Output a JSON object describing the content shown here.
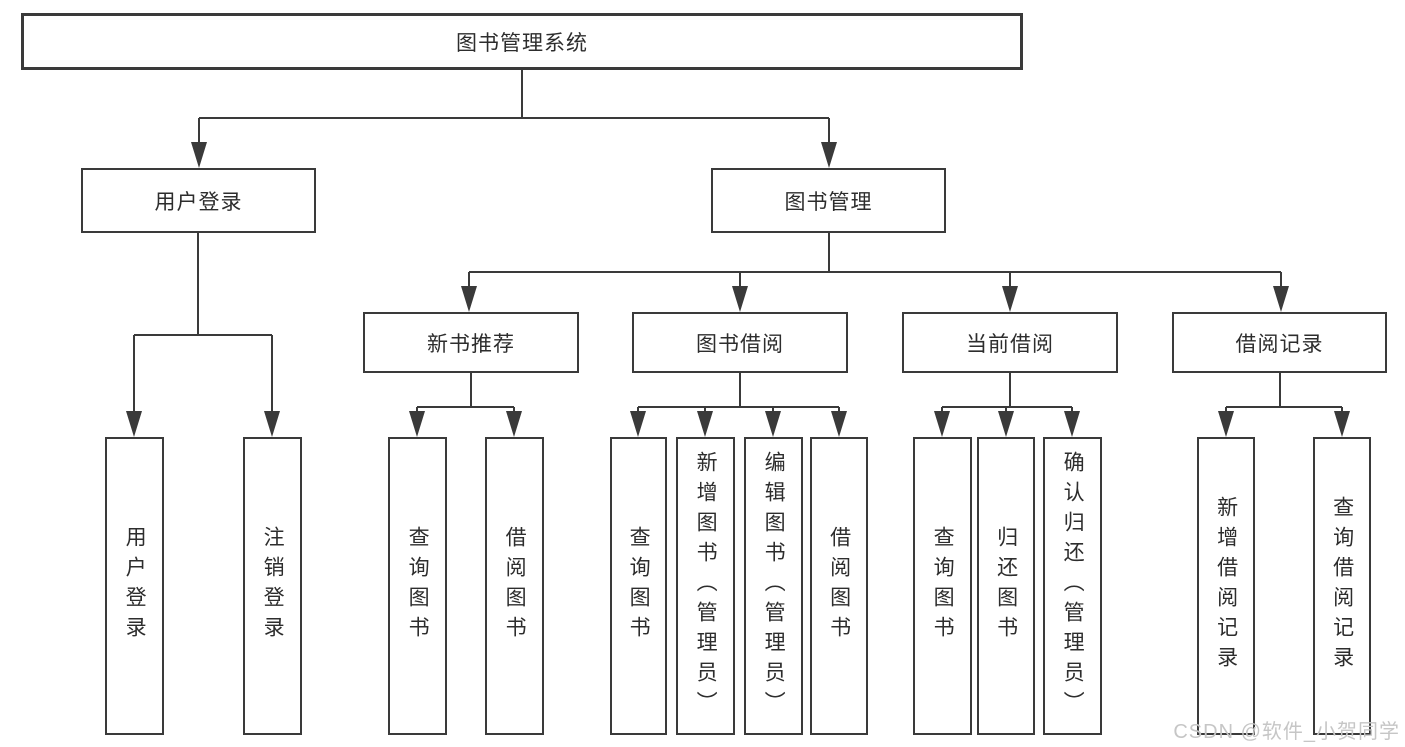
{
  "diagram": {
    "root_label": "图书管理系统",
    "level2": [
      {
        "label": "用户登录"
      },
      {
        "label": "图书管理"
      }
    ],
    "level3": [
      {
        "label": "新书推荐",
        "parent": "图书管理"
      },
      {
        "label": "图书借阅",
        "parent": "图书管理"
      },
      {
        "label": "当前借阅",
        "parent": "图书管理"
      },
      {
        "label": "借阅记录",
        "parent": "图书管理"
      }
    ],
    "leaves": [
      {
        "label": "用户登录",
        "parent": "用户登录"
      },
      {
        "label": "注销登录",
        "parent": "用户登录"
      },
      {
        "label": "查询图书",
        "parent": "新书推荐"
      },
      {
        "label": "借阅图书",
        "parent": "新书推荐"
      },
      {
        "label": "查询图书",
        "parent": "图书借阅"
      },
      {
        "label": "新增图书（管理员）",
        "parent": "图书借阅"
      },
      {
        "label": "编辑图书（管理员）",
        "parent": "图书借阅"
      },
      {
        "label": "借阅图书",
        "parent": "图书借阅"
      },
      {
        "label": "查询图书",
        "parent": "当前借阅"
      },
      {
        "label": "归还图书",
        "parent": "当前借阅"
      },
      {
        "label": "确认归还（管理员）",
        "parent": "当前借阅"
      },
      {
        "label": "新增借阅记录",
        "parent": "借阅记录"
      },
      {
        "label": "查询借阅记录",
        "parent": "借阅记录"
      }
    ],
    "colors": {
      "line": "#3a3a3a",
      "box_border": "#3a3a3a",
      "text": "#2d2d2d",
      "background": "#ffffff",
      "watermark": "#c6c6c6"
    }
  },
  "watermark": {
    "text": "CSDN @软件_小贺同学"
  }
}
